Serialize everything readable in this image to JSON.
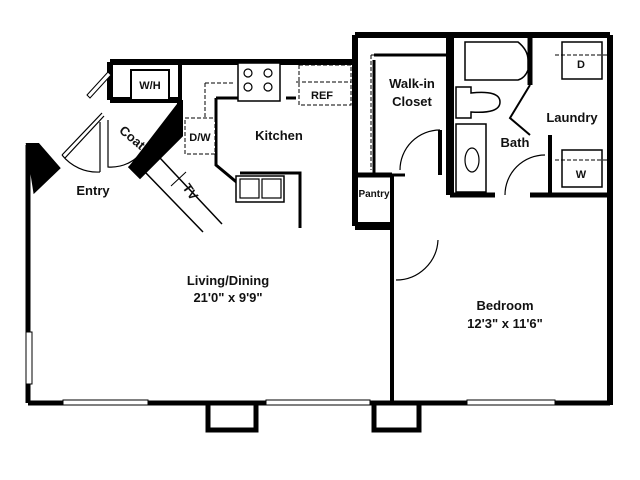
{
  "floorplan": {
    "rooms": {
      "living_dining": {
        "label": "Living/Dining",
        "dimensions": "21'0\" x 9'9\""
      },
      "bedroom": {
        "label": "Bedroom",
        "dimensions": "12'3\" x 11'6\""
      },
      "kitchen": {
        "label": "Kitchen"
      },
      "entry": {
        "label": "Entry"
      },
      "walk_in_closet": {
        "label_line1": "Walk-in",
        "label_line2": "Closet"
      },
      "bath": {
        "label": "Bath"
      },
      "laundry": {
        "label": "Laundry"
      },
      "pantry": {
        "label": "Pantry"
      },
      "coat": {
        "label": "Coat"
      },
      "tv": {
        "label": "TV"
      }
    },
    "fixtures": {
      "water_heater": "W/H",
      "refrigerator": "REF",
      "dishwasher": "D/W",
      "dryer": "D",
      "washer": "W"
    },
    "colors": {
      "wall": "#000000",
      "background": "#ffffff",
      "text": "#111111"
    }
  }
}
